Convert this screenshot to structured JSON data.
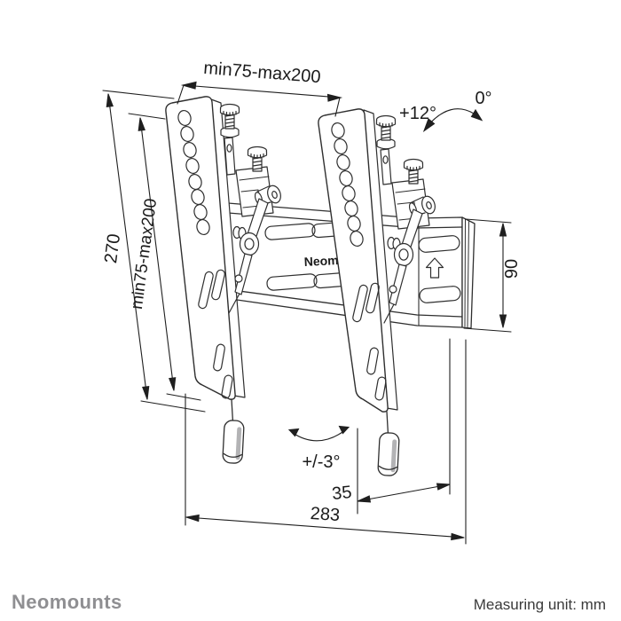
{
  "dimensions": {
    "vesa_width": "min75-max200",
    "vesa_height": "min75-max200",
    "bracket_height": "270",
    "plate_height": "90",
    "plate_depth": "35",
    "total_width": "283"
  },
  "angles": {
    "tilt_max": "+12°",
    "tilt_zero": "0°",
    "level_adjust": "+/-3°"
  },
  "plate": {
    "embossed_label": "Neom"
  },
  "footer": {
    "brand": "Neomounts",
    "note": "Measuring unit: mm"
  },
  "colors": {
    "line": "#2f2f2f",
    "dimension": "#1f1f1f",
    "brand_grey": "#8f8f92",
    "note_dark": "#3a3a3a",
    "shade_grey": "#b3b3b5"
  }
}
